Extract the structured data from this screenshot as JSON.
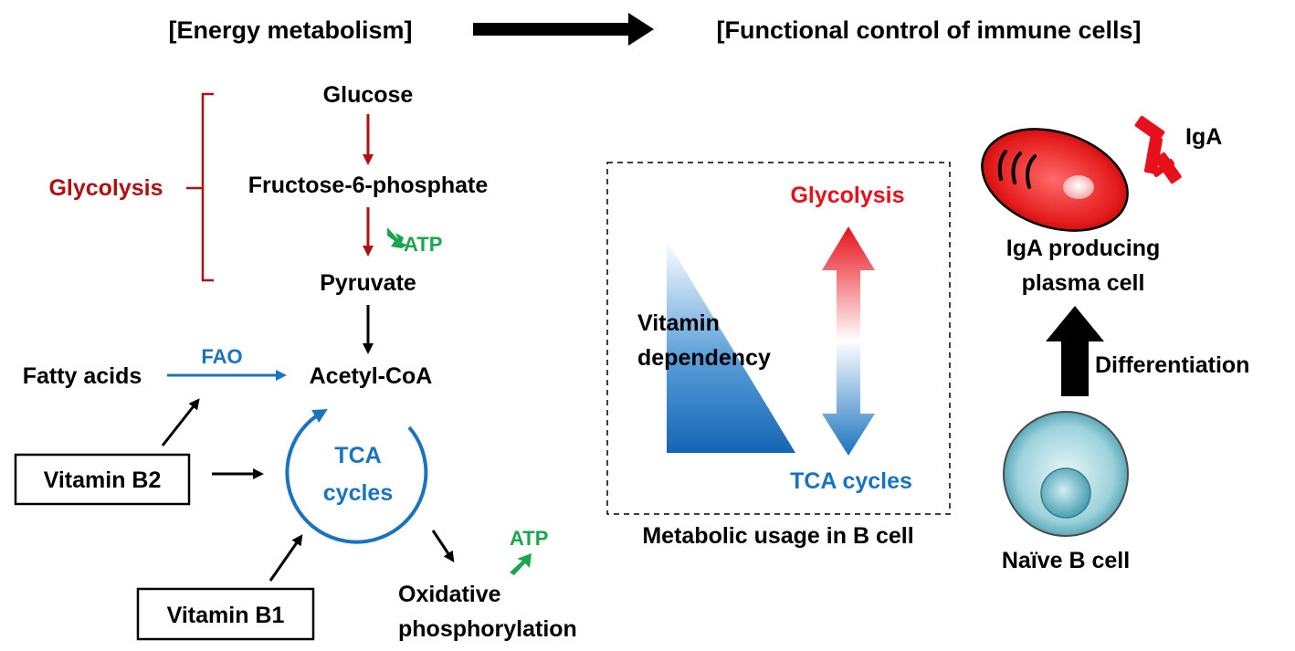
{
  "headers": {
    "left": "[Energy metabolism]",
    "right": "[Functional control of immune cells]"
  },
  "pathway": {
    "glycolysis_label": "Glycolysis",
    "glucose": "Glucose",
    "f6p": "Fructose-6-phosphate",
    "pyruvate": "Pyruvate",
    "acetyl_coa": "Acetyl-CoA",
    "fatty_acids": "Fatty acids",
    "fao": "FAO",
    "tca_line1": "TCA",
    "tca_line2": "cycles",
    "oxphos_line1": "Oxidative",
    "oxphos_line2": "phosphorylation",
    "atp_glycolysis": "ATP",
    "atp_oxphos": "ATP",
    "vitamin_b2": "Vitamin B2",
    "vitamin_b1": "Vitamin B1"
  },
  "bcell_usage": {
    "glycolysis": "Glycolysis",
    "tca": "TCA cycles",
    "vitamin_line1": "Vitamin",
    "vitamin_line2": "dependency",
    "caption": "Metabolic usage in B cell"
  },
  "cells": {
    "iga": "IgA",
    "plasma_line1": "IgA producing",
    "plasma_line2": "plasma cell",
    "differentiation": "Differentiation",
    "naive": "Naïve B cell"
  },
  "colors": {
    "black": "#000000",
    "dark_red": "#b01010",
    "red": "#e8101a",
    "blue": "#1a73c0",
    "green": "#1aa64a"
  }
}
